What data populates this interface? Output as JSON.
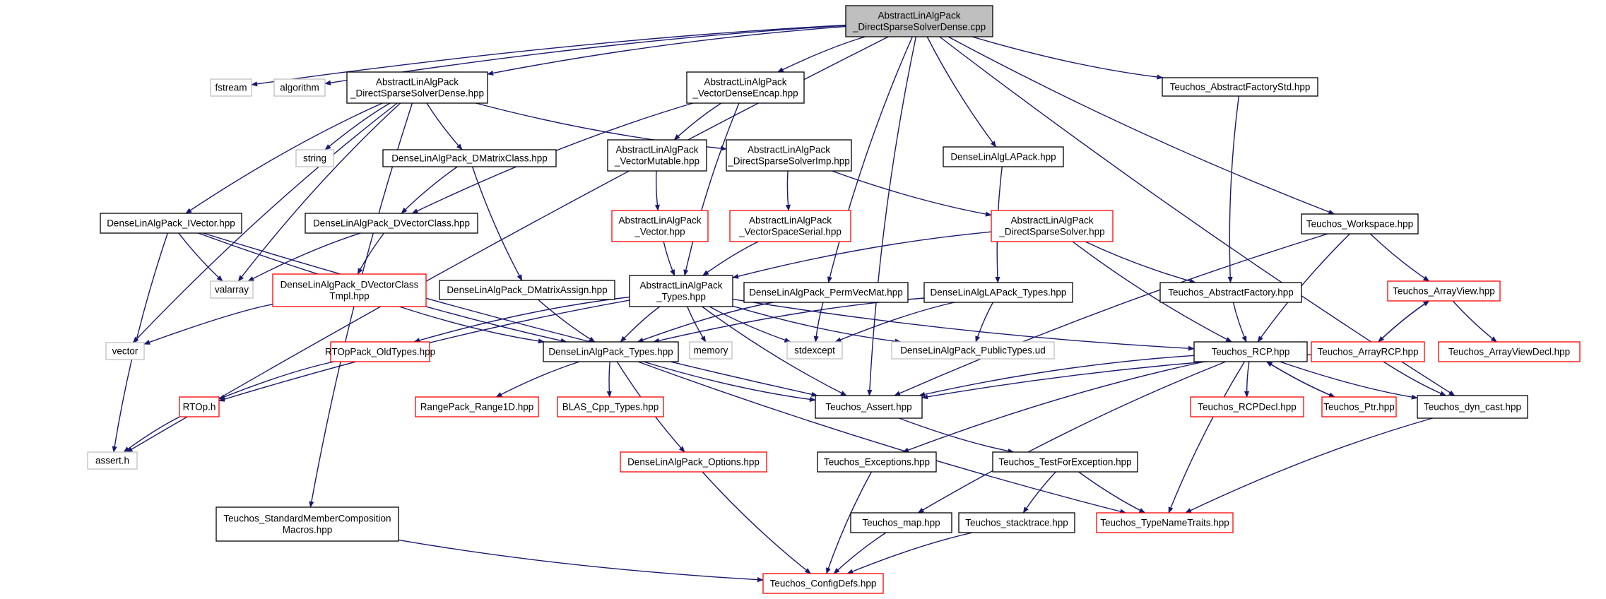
{
  "colors": {
    "edge": "#191970",
    "root_fill": "#bfbfbf",
    "root_stroke": "#000000",
    "normal_stroke": "#000000",
    "truncated_stroke": "#ff0000",
    "external_stroke": "#bfbfbf",
    "background": "#ffffff"
  },
  "nodes": [
    {
      "id": "root",
      "lines": [
        "AbstractLinAlgPack",
        "_DirectSparseSolverDense.cpp"
      ],
      "kind": "root"
    },
    {
      "id": "fstream",
      "lines": [
        "fstream"
      ],
      "kind": "external"
    },
    {
      "id": "algorithm",
      "lines": [
        "algorithm"
      ],
      "kind": "external"
    },
    {
      "id": "dssdense_hpp",
      "lines": [
        "AbstractLinAlgPack",
        "_DirectSparseSolverDense.hpp"
      ],
      "kind": "normal"
    },
    {
      "id": "vde",
      "lines": [
        "AbstractLinAlgPack",
        "_VectorDenseEncap.hpp"
      ],
      "kind": "normal"
    },
    {
      "id": "t_afstd",
      "lines": [
        "Teuchos_AbstractFactoryStd.hpp"
      ],
      "kind": "normal"
    },
    {
      "id": "string",
      "lines": [
        "string"
      ],
      "kind": "external"
    },
    {
      "id": "dmatrixclass",
      "lines": [
        "DenseLinAlgPack_DMatrixClass.hpp"
      ],
      "kind": "normal"
    },
    {
      "id": "vmut",
      "lines": [
        "AbstractLinAlgPack",
        "_VectorMutable.hpp"
      ],
      "kind": "normal"
    },
    {
      "id": "dssimp",
      "lines": [
        "AbstractLinAlgPack",
        "_DirectSparseSolverImp.hpp"
      ],
      "kind": "normal"
    },
    {
      "id": "dlap",
      "lines": [
        "DenseLinAlgLAPack.hpp"
      ],
      "kind": "normal"
    },
    {
      "id": "ivector",
      "lines": [
        "DenseLinAlgPack_IVector.hpp"
      ],
      "kind": "normal"
    },
    {
      "id": "dvectorclass",
      "lines": [
        "DenseLinAlgPack_DVectorClass.hpp"
      ],
      "kind": "normal"
    },
    {
      "id": "vector_h",
      "lines": [
        "AbstractLinAlgPack",
        "_Vector.hpp"
      ],
      "kind": "truncated"
    },
    {
      "id": "vss",
      "lines": [
        "AbstractLinAlgPack",
        "_VectorSpaceSerial.hpp"
      ],
      "kind": "truncated"
    },
    {
      "id": "dss",
      "lines": [
        "AbstractLinAlgPack",
        "_DirectSparseSolver.hpp"
      ],
      "kind": "truncated"
    },
    {
      "id": "t_ws",
      "lines": [
        "Teuchos_Workspace.hpp"
      ],
      "kind": "normal"
    },
    {
      "id": "valarray",
      "lines": [
        "valarray"
      ],
      "kind": "external"
    },
    {
      "id": "dvctmpl",
      "lines": [
        "DenseLinAlgPack_DVectorClass",
        "Tmpl.hpp"
      ],
      "kind": "truncated"
    },
    {
      "id": "dmassign",
      "lines": [
        "DenseLinAlgPack_DMatrixAssign.hpp"
      ],
      "kind": "normal"
    },
    {
      "id": "alp_types",
      "lines": [
        "AbstractLinAlgPack",
        "_Types.hpp"
      ],
      "kind": "normal"
    },
    {
      "id": "permvec",
      "lines": [
        "DenseLinAlgPack_PermVecMat.hpp"
      ],
      "kind": "normal"
    },
    {
      "id": "dla_types",
      "lines": [
        "DenseLinAlgLAPack_Types.hpp"
      ],
      "kind": "normal"
    },
    {
      "id": "t_af",
      "lines": [
        "Teuchos_AbstractFactory.hpp"
      ],
      "kind": "normal"
    },
    {
      "id": "t_av",
      "lines": [
        "Teuchos_ArrayView.hpp"
      ],
      "kind": "truncated"
    },
    {
      "id": "vector",
      "lines": [
        "vector"
      ],
      "kind": "external"
    },
    {
      "id": "rtop_old",
      "lines": [
        "RTOpPack_OldTypes.hpp"
      ],
      "kind": "truncated"
    },
    {
      "id": "dlp_types",
      "lines": [
        "DenseLinAlgPack_Types.hpp"
      ],
      "kind": "normal"
    },
    {
      "id": "memory",
      "lines": [
        "memory"
      ],
      "kind": "external"
    },
    {
      "id": "stdexcept",
      "lines": [
        "stdexcept"
      ],
      "kind": "external"
    },
    {
      "id": "publictypes",
      "lines": [
        "DenseLinAlgPack_PublicTypes.ud"
      ],
      "kind": "external"
    },
    {
      "id": "t_rcp",
      "lines": [
        "Teuchos_RCP.hpp"
      ],
      "kind": "normal"
    },
    {
      "id": "t_arcp",
      "lines": [
        "Teuchos_ArrayRCP.hpp"
      ],
      "kind": "truncated"
    },
    {
      "id": "t_avdecl",
      "lines": [
        "Teuchos_ArrayViewDecl.hpp"
      ],
      "kind": "truncated"
    },
    {
      "id": "rtop_h",
      "lines": [
        "RTOp.h"
      ],
      "kind": "truncated"
    },
    {
      "id": "range1d",
      "lines": [
        "RangePack_Range1D.hpp"
      ],
      "kind": "truncated"
    },
    {
      "id": "blas",
      "lines": [
        "BLAS_Cpp_Types.hpp"
      ],
      "kind": "truncated"
    },
    {
      "id": "t_assert",
      "lines": [
        "Teuchos_Assert.hpp"
      ],
      "kind": "normal"
    },
    {
      "id": "t_rcpdecl",
      "lines": [
        "Teuchos_RCPDecl.hpp"
      ],
      "kind": "truncated"
    },
    {
      "id": "t_ptr",
      "lines": [
        "Teuchos_Ptr.hpp"
      ],
      "kind": "truncated"
    },
    {
      "id": "t_dyncast",
      "lines": [
        "Teuchos_dyn_cast.hpp"
      ],
      "kind": "normal"
    },
    {
      "id": "assert_h",
      "lines": [
        "assert.h"
      ],
      "kind": "external"
    },
    {
      "id": "dlp_options",
      "lines": [
        "DenseLinAlgPack_Options.hpp"
      ],
      "kind": "truncated"
    },
    {
      "id": "t_exc",
      "lines": [
        "Teuchos_Exceptions.hpp"
      ],
      "kind": "normal"
    },
    {
      "id": "t_tfe",
      "lines": [
        "Teuchos_TestForException.hpp"
      ],
      "kind": "normal"
    },
    {
      "id": "t_smc",
      "lines": [
        "Teuchos_StandardMemberComposition",
        "Macros.hpp"
      ],
      "kind": "normal"
    },
    {
      "id": "t_map",
      "lines": [
        "Teuchos_map.hpp"
      ],
      "kind": "normal"
    },
    {
      "id": "t_st",
      "lines": [
        "Teuchos_stacktrace.hpp"
      ],
      "kind": "normal"
    },
    {
      "id": "t_tnt",
      "lines": [
        "Teuchos_TypeNameTraits.hpp"
      ],
      "kind": "truncated"
    },
    {
      "id": "t_cd",
      "lines": [
        "Teuchos_ConfigDefs.hpp"
      ],
      "kind": "truncated"
    }
  ]
}
